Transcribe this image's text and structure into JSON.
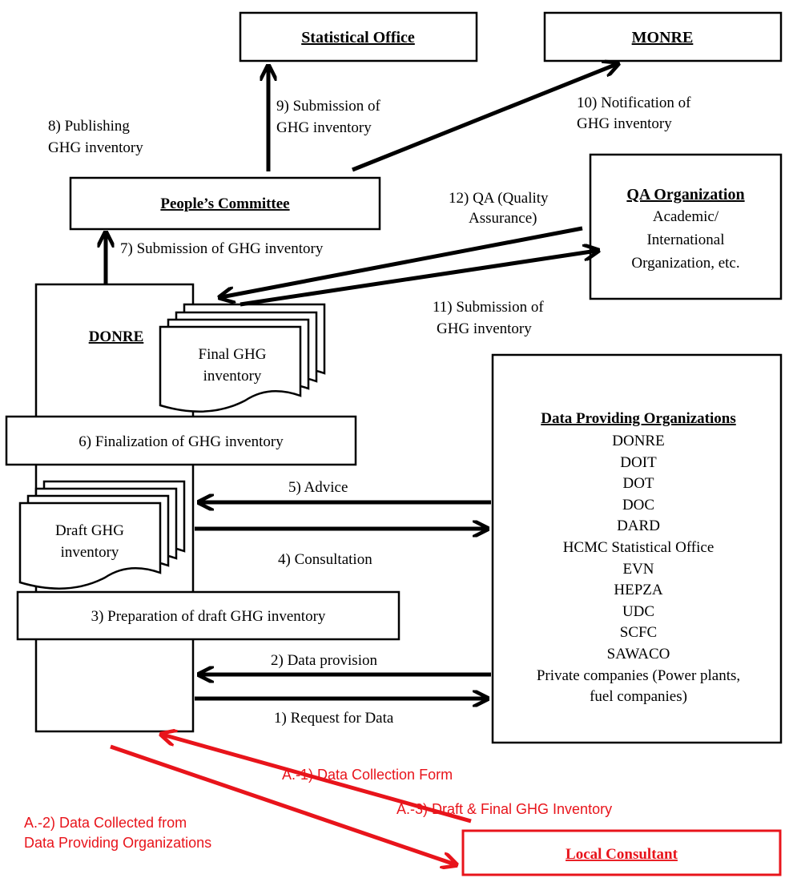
{
  "colors": {
    "ink": "#000000",
    "red": "#e8141b"
  },
  "boxes": {
    "statistical_office": "Statistical Office",
    "monre": "MONRE",
    "peoples_committee": "People’s Committee",
    "qa_org_title": "QA Organization",
    "qa_org_lines": [
      "Academic/",
      "International",
      "Organization, etc."
    ],
    "donre": "DONRE",
    "final_inventory": [
      "Final GHG",
      "inventory"
    ],
    "finalization": "6) Finalization of GHG inventory",
    "draft_inventory": [
      "Draft GHG",
      "inventory"
    ],
    "preparation": "3) Preparation of draft GHG inventory",
    "local_consultant": "Local Consultant"
  },
  "data_providers": {
    "title": "Data Providing Organizations",
    "items": [
      "DONRE",
      "DOIT",
      "DOT",
      "DOC",
      "DARD",
      "HCMC Statistical Office",
      "EVN",
      "HEPZA",
      "UDC",
      "SCFC",
      "SAWACO",
      "Private companies (Power plants,",
      "fuel companies)"
    ]
  },
  "steps": {
    "s1": "1) Request for Data",
    "s2": "2) Data provision",
    "s4": "4) Consultation",
    "s5": "5) Advice",
    "s7": "7) Submission of GHG inventory",
    "s8": [
      "8) Publishing",
      "GHG inventory"
    ],
    "s9": [
      "9) Submission of",
      "GHG inventory"
    ],
    "s10": [
      "10) Notification of",
      "GHG inventory"
    ],
    "s11": [
      "11) Submission of",
      "GHG inventory"
    ],
    "s12": [
      "12) QA (Quality",
      "Assurance)"
    ],
    "a1": "A.-1) Data Collection Form",
    "a2": [
      "A.-2) Data Collected from",
      "Data Providing Organizations"
    ],
    "a3": "A.-3) Draft & Final GHG Inventory"
  }
}
